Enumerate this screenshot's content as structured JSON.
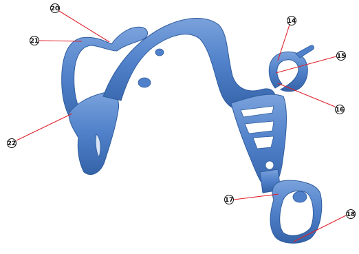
{
  "colors": {
    "background": "#ffffff",
    "specimen_fill": "#4f80c9",
    "specimen_shade": "#2f5c9e",
    "specimen_highlight": "#8fb2e4",
    "callout_line": "#e0202a",
    "marker_ring": "#111111"
  },
  "callouts": [
    {
      "number": "14"
    },
    {
      "number": "15"
    },
    {
      "number": "16"
    },
    {
      "number": "17"
    },
    {
      "number": "18"
    },
    {
      "number": "20"
    },
    {
      "number": "21"
    },
    {
      "number": "22"
    }
  ]
}
